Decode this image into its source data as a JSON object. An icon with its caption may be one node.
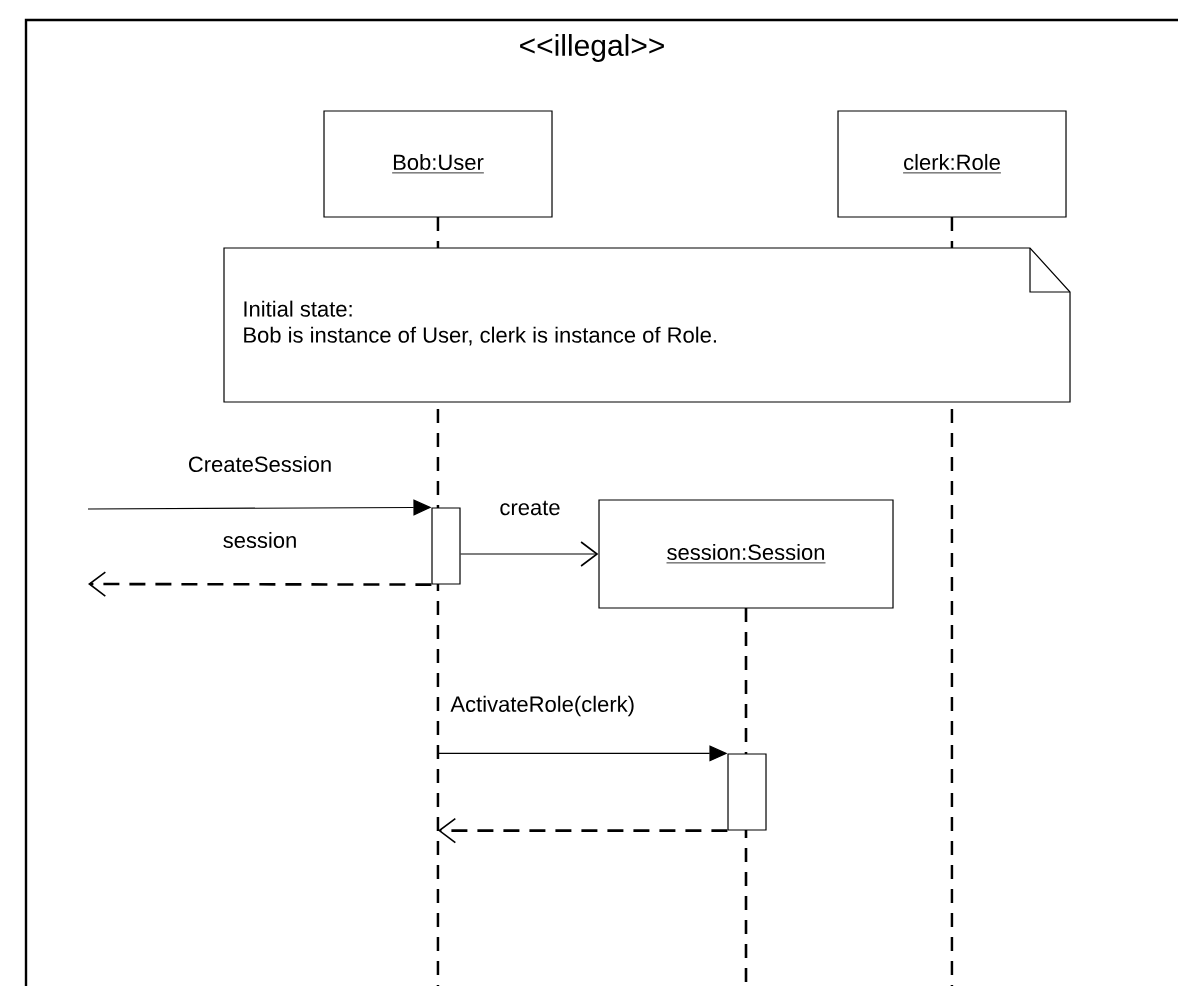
{
  "diagram": {
    "title": "<<illegal>>",
    "nodes": [
      {
        "text": [
          "Bob:User"
        ]
      },
      {
        "text": [
          "clerk:Role"
        ]
      },
      {
        "text": [
          "Initial state:",
          "Bob is instance of User, clerk is instance of Role."
        ]
      },
      {
        "text": [
          "session:Session"
        ]
      },
      {
        "text": [],
        "shape": "box",
        "in": 0
      },
      {
        "text": [],
        "shape": "box",
        "in": 3
      }
    ],
    "edges": [
      {
        "from": null,
        "to": 4,
        "arrow": "to",
        "label": "CreateSession"
      },
      {
        "from": 4,
        "to": null,
        "arrow": "to",
        "style": "dashed",
        "label": "session"
      },
      {
        "from": 4,
        "to": 3,
        "arrow": "to",
        "label": "create"
      },
      {
        "from": 0,
        "to": 5,
        "arrow": "to",
        "label": "ActivateRole(clerk)"
      },
      {
        "from": 5,
        "to": 0,
        "arrow": "to",
        "style": "dashed"
      }
    ]
  }
}
